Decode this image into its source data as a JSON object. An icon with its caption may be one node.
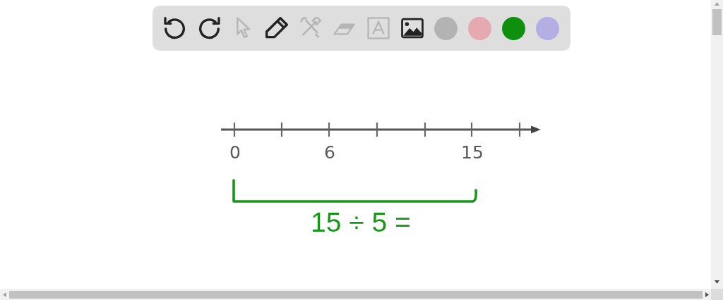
{
  "diagram": {
    "labels": [
      "0",
      "6",
      "15",
      "15 ÷ 5 ="
    ]
  }
}
